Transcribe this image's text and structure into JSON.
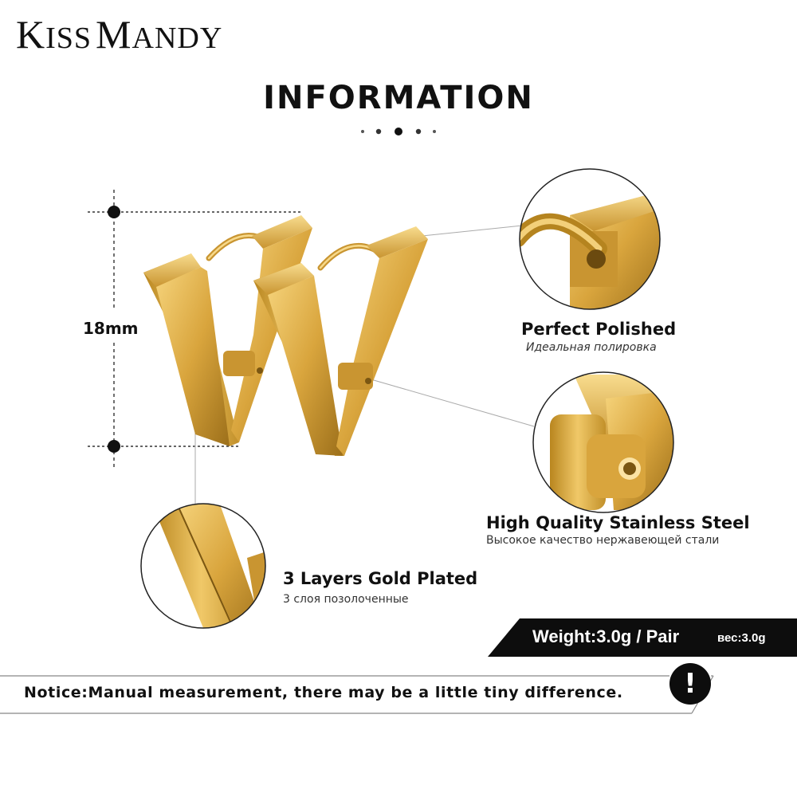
{
  "brand": {
    "k": "K",
    "iss": "ISS",
    "m": "M",
    "andy": "ANDY"
  },
  "heading": "INFORMATION",
  "measurement": {
    "label": "18mm"
  },
  "features": [
    {
      "title": "Perfect  Polished",
      "subtitle": "Идеальная полировка"
    },
    {
      "title": "High Quality Stainless Steel",
      "subtitle": "Высокое качество нержавеющей стали"
    },
    {
      "title": "3 Layers  Gold  Plated",
      "subtitle": "3 слоя позолоченные"
    }
  ],
  "weight": {
    "text": "Weight:3.0g / Pair",
    "ru": "вес:3.0g"
  },
  "notice": {
    "text": "Notice:Manual measurement, there may be a little tiny difference.",
    "icon": "exclamation-icon",
    "glyph": "!"
  },
  "colors": {
    "gold": "#d9a53d",
    "gold_dark": "#a97a1f",
    "gold_light": "#f5d27a",
    "band": "#0d0d0d"
  }
}
